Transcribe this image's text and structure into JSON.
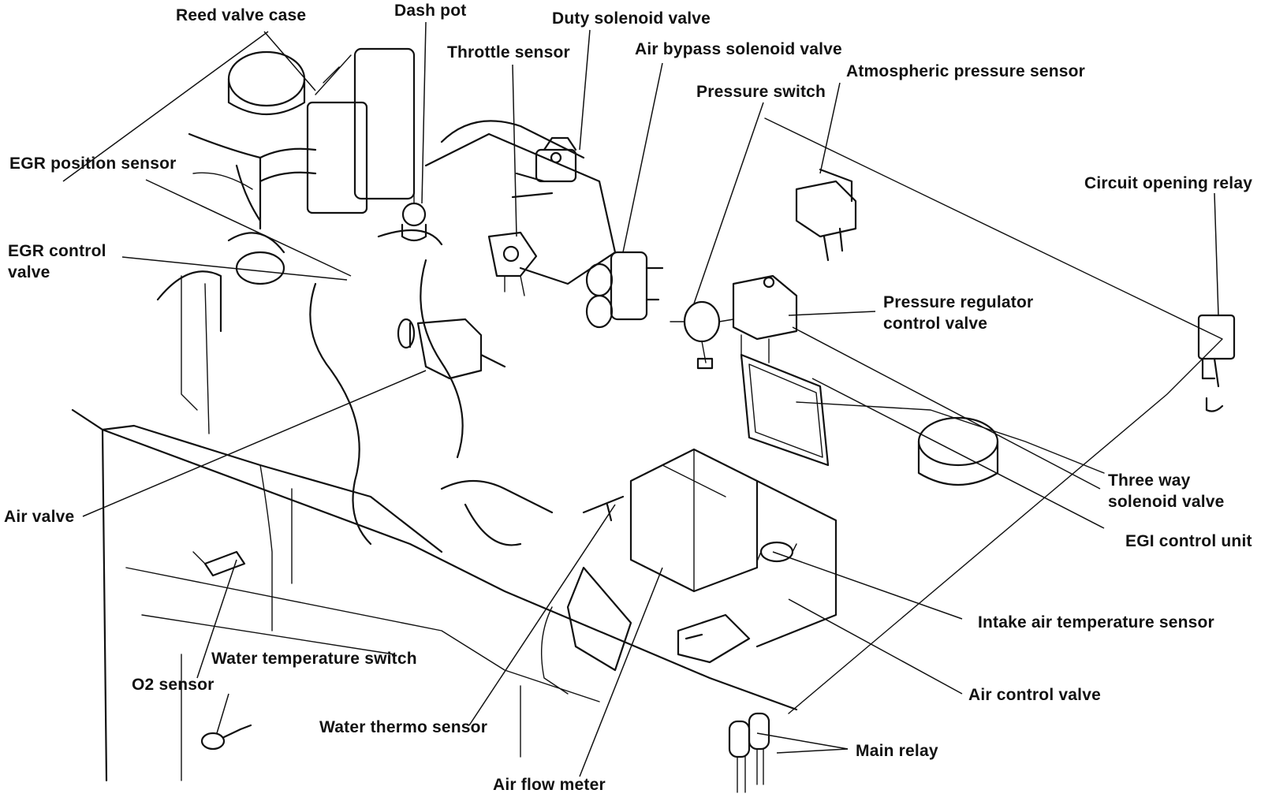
{
  "labels": {
    "reed_valve_case": "Reed valve case",
    "dash_pot": "Dash pot",
    "duty_solenoid_valve": "Duty solenoid valve",
    "throttle_sensor": "Throttle sensor",
    "air_bypass_solenoid_valve": "Air bypass solenoid valve",
    "atmospheric_pressure_sensor": "Atmospheric pressure sensor",
    "pressure_switch": "Pressure switch",
    "egr_position_sensor": "EGR position sensor",
    "circuit_opening_relay": "Circuit opening relay",
    "egr_control_valve_1": "EGR control",
    "egr_control_valve_2": "valve",
    "pressure_regulator_control_valve_1": "Pressure regulator",
    "pressure_regulator_control_valve_2": "control valve",
    "three_way_solenoid_valve_1": "Three way",
    "three_way_solenoid_valve_2": "solenoid valve",
    "egi_control_unit": "EGI control unit",
    "air_valve": "Air valve",
    "intake_air_temperature_sensor": "Intake air temperature sensor",
    "water_temperature_switch": "Water temperature switch",
    "o2_sensor": "O2 sensor",
    "air_control_valve": "Air control valve",
    "water_thermo_sensor": "Water thermo sensor",
    "main_relay": "Main relay",
    "air_flow_meter": "Air flow meter"
  }
}
